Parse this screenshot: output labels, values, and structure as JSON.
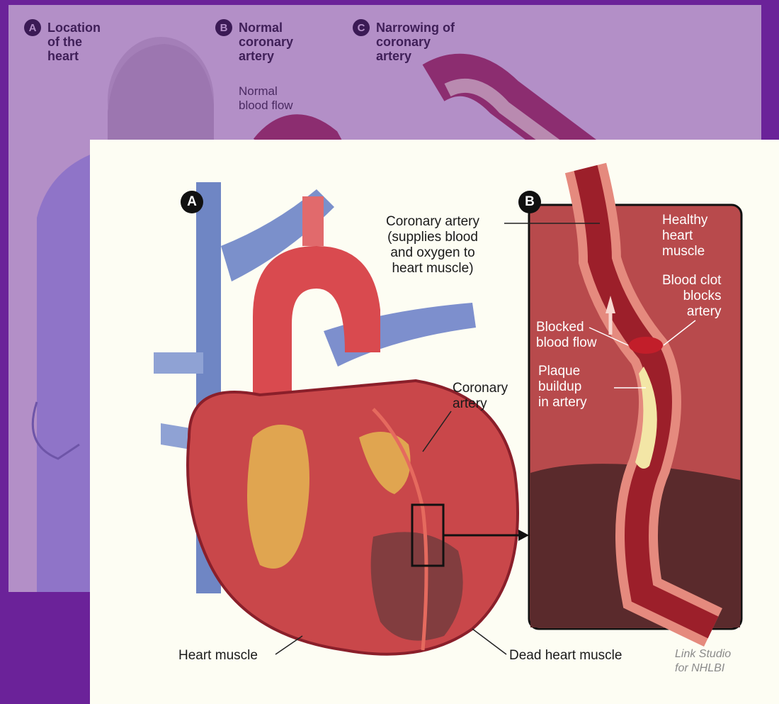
{
  "background_panel": {
    "badges": [
      {
        "letter": "A",
        "label": "Location\nof the\nheart"
      },
      {
        "letter": "B",
        "label": "Normal\ncoronary\nartery"
      },
      {
        "letter": "C",
        "label": "Narrowing of\ncoronary\nartery"
      }
    ],
    "normal_flow_label": "Normal\nblood flow"
  },
  "foreground_panel": {
    "badge_a": "A",
    "badge_b": "B",
    "labels": {
      "coronary_artery_main": "Coronary artery\n(supplies blood\nand oxygen to\nheart muscle)",
      "coronary_artery": "Coronary\nartery",
      "heart_muscle": "Heart muscle",
      "dead_heart_muscle": "Dead heart muscle",
      "healthy_heart_muscle": "Healthy\nheart\nmuscle",
      "blood_clot": "Blood clot\nblocks\nartery",
      "blocked_flow": "Blocked\nblood flow",
      "plaque": "Plaque\nbuildup\nin artery"
    },
    "credit": "Link Studio\nfor NHLBI"
  },
  "colors": {
    "page_bg": "#6b2299",
    "back_panel": "#b38fc7",
    "front_panel": "#fdfdf3",
    "heart_red": "#c9474a",
    "vein_blue": "#6f86c4",
    "fat_yellow": "#e0a550",
    "plaque": "#f3e6a6"
  }
}
